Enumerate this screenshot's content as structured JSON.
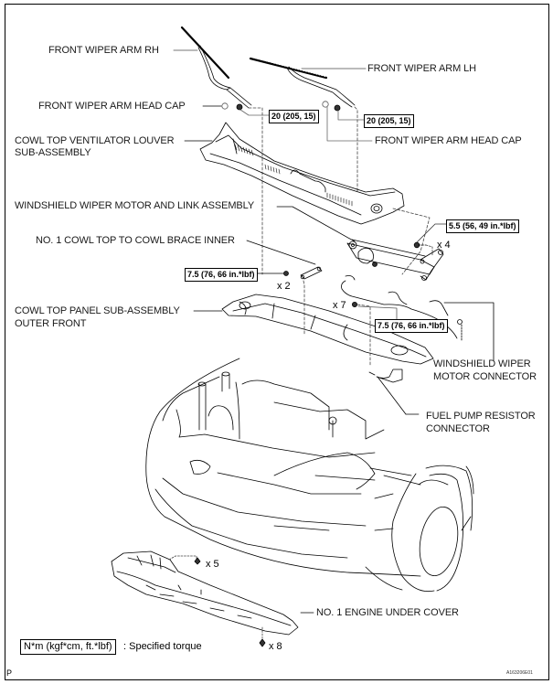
{
  "diagram": {
    "type": "exploded-parts-view",
    "subject": "Front wiper and cowl components",
    "labels": {
      "front_wiper_arm_rh": "FRONT WIPER ARM RH",
      "front_wiper_arm_lh": "FRONT WIPER ARM LH",
      "head_cap_left": "FRONT WIPER ARM HEAD CAP",
      "head_cap_right": "FRONT WIPER ARM HEAD CAP",
      "cowl_louver_line1": "COWL TOP VENTILATOR LOUVER",
      "cowl_louver_line2": "SUB-ASSEMBLY",
      "wiper_motor_link": "WINDSHIELD WIPER MOTOR AND LINK ASSEMBLY",
      "cowl_brace": "NO. 1 COWL TOP TO COWL BRACE INNER",
      "cowl_panel_line1": "COWL TOP PANEL SUB-ASSEMBLY",
      "cowl_panel_line2": "OUTER FRONT",
      "wiper_connector_line1": "WINDSHIELD WIPER",
      "wiper_connector_line2": "MOTOR CONNECTOR",
      "fuel_pump_line1": "FUEL PUMP RESISTOR",
      "fuel_pump_line2": "CONNECTOR",
      "engine_under_cover": "NO. 1 ENGINE UNDER COVER"
    },
    "torques": {
      "wiper_arm_rh": "20 (205, 15)",
      "wiper_arm_lh": "20 (205, 15)",
      "wiper_motor": "5.5 (56, 49 in.*lbf)",
      "cowl_brace": "7.5 (76, 66 in.*lbf)",
      "cowl_panel": "7.5 (76, 66 in.*lbf)"
    },
    "quantities": {
      "wiper_motor_bolts": "x 4",
      "cowl_brace_bolts": "x 2",
      "cowl_panel_bolts": "x 7",
      "under_cover_clips": "x 5",
      "under_cover_screws": "x 8"
    },
    "legend": {
      "unit_box": "N*m (kgf*cm, ft.*lbf)",
      "description": ": Specified torque"
    },
    "page_mark": "P",
    "figure_code": "A163206E01"
  }
}
